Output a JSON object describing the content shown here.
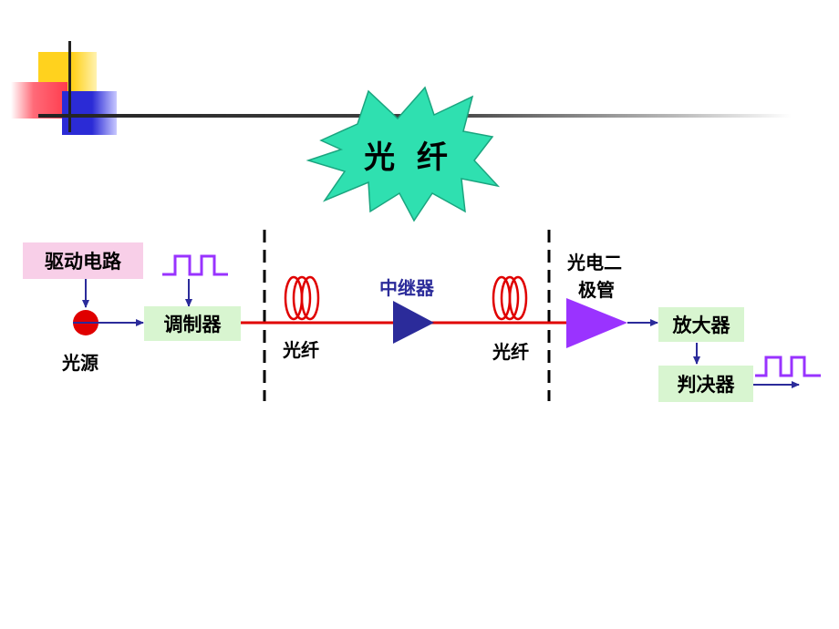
{
  "title": "光  纤",
  "colors": {
    "title_burst": "#2fe0b0",
    "fiber_line": "#e00000",
    "signal_arrow": "#2b2b9a",
    "box_pink": "#f8cfe8",
    "box_green": "#d8f5d0",
    "pulse": "#9933ff",
    "coil": "#e00000",
    "repeater": "#2b2b9a",
    "photodiode": "#9a33ff",
    "source_dot": "#e00000",
    "deco_yellow": "#ffd21e",
    "deco_red": "#ff4b5a",
    "deco_blue": "#2b2bd6"
  },
  "icons": [
    "pulse-waveform-icon",
    "fiber-coil-icon",
    "repeater-triangle-icon",
    "photodiode-triangle-icon",
    "light-source-dot-icon"
  ],
  "blocks": {
    "driver": "驱动电路",
    "modulator": "调制器",
    "light_source": "光源",
    "fiber_1": "光纤",
    "repeater": "中继器",
    "fiber_2": "光纤",
    "photodiode_line1": "光电二",
    "photodiode_line2": "极管",
    "amplifier": "放大器",
    "decider": "判决器"
  }
}
